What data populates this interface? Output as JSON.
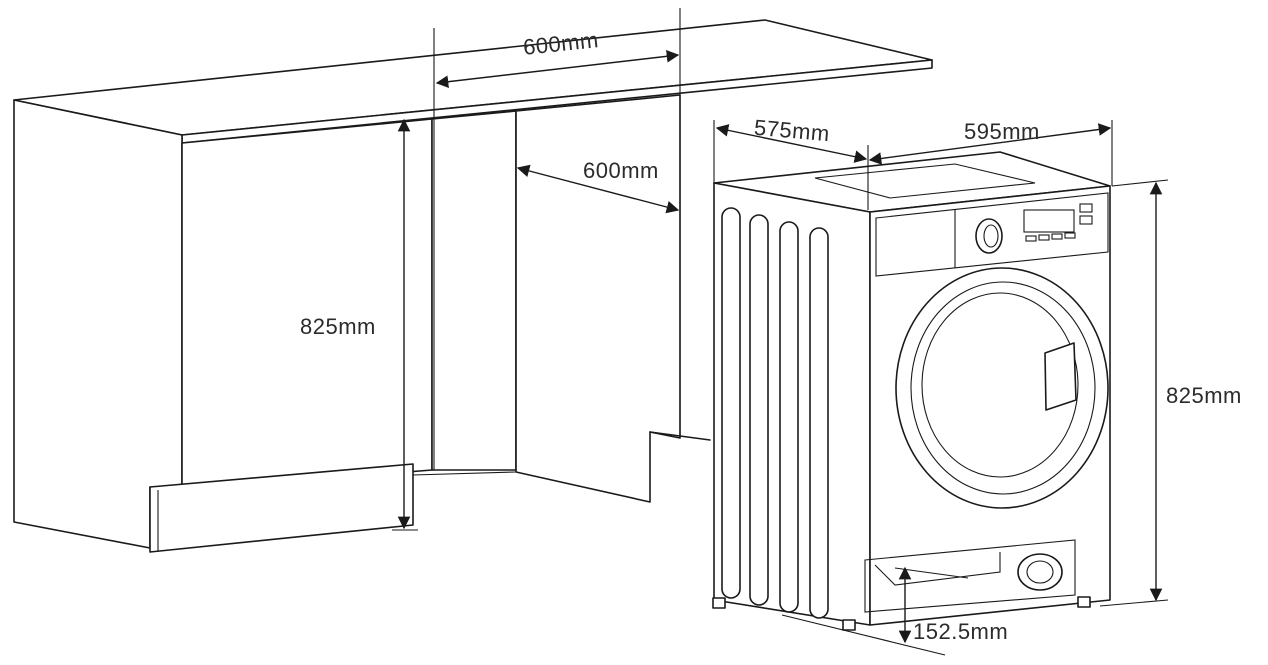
{
  "dimensions": {
    "cabinet_width": "600mm",
    "cabinet_depth": "600mm",
    "cabinet_height": "825mm",
    "machine_depth": "575mm",
    "machine_width": "595mm",
    "machine_height": "825mm",
    "machine_plinth": "152.5mm"
  }
}
